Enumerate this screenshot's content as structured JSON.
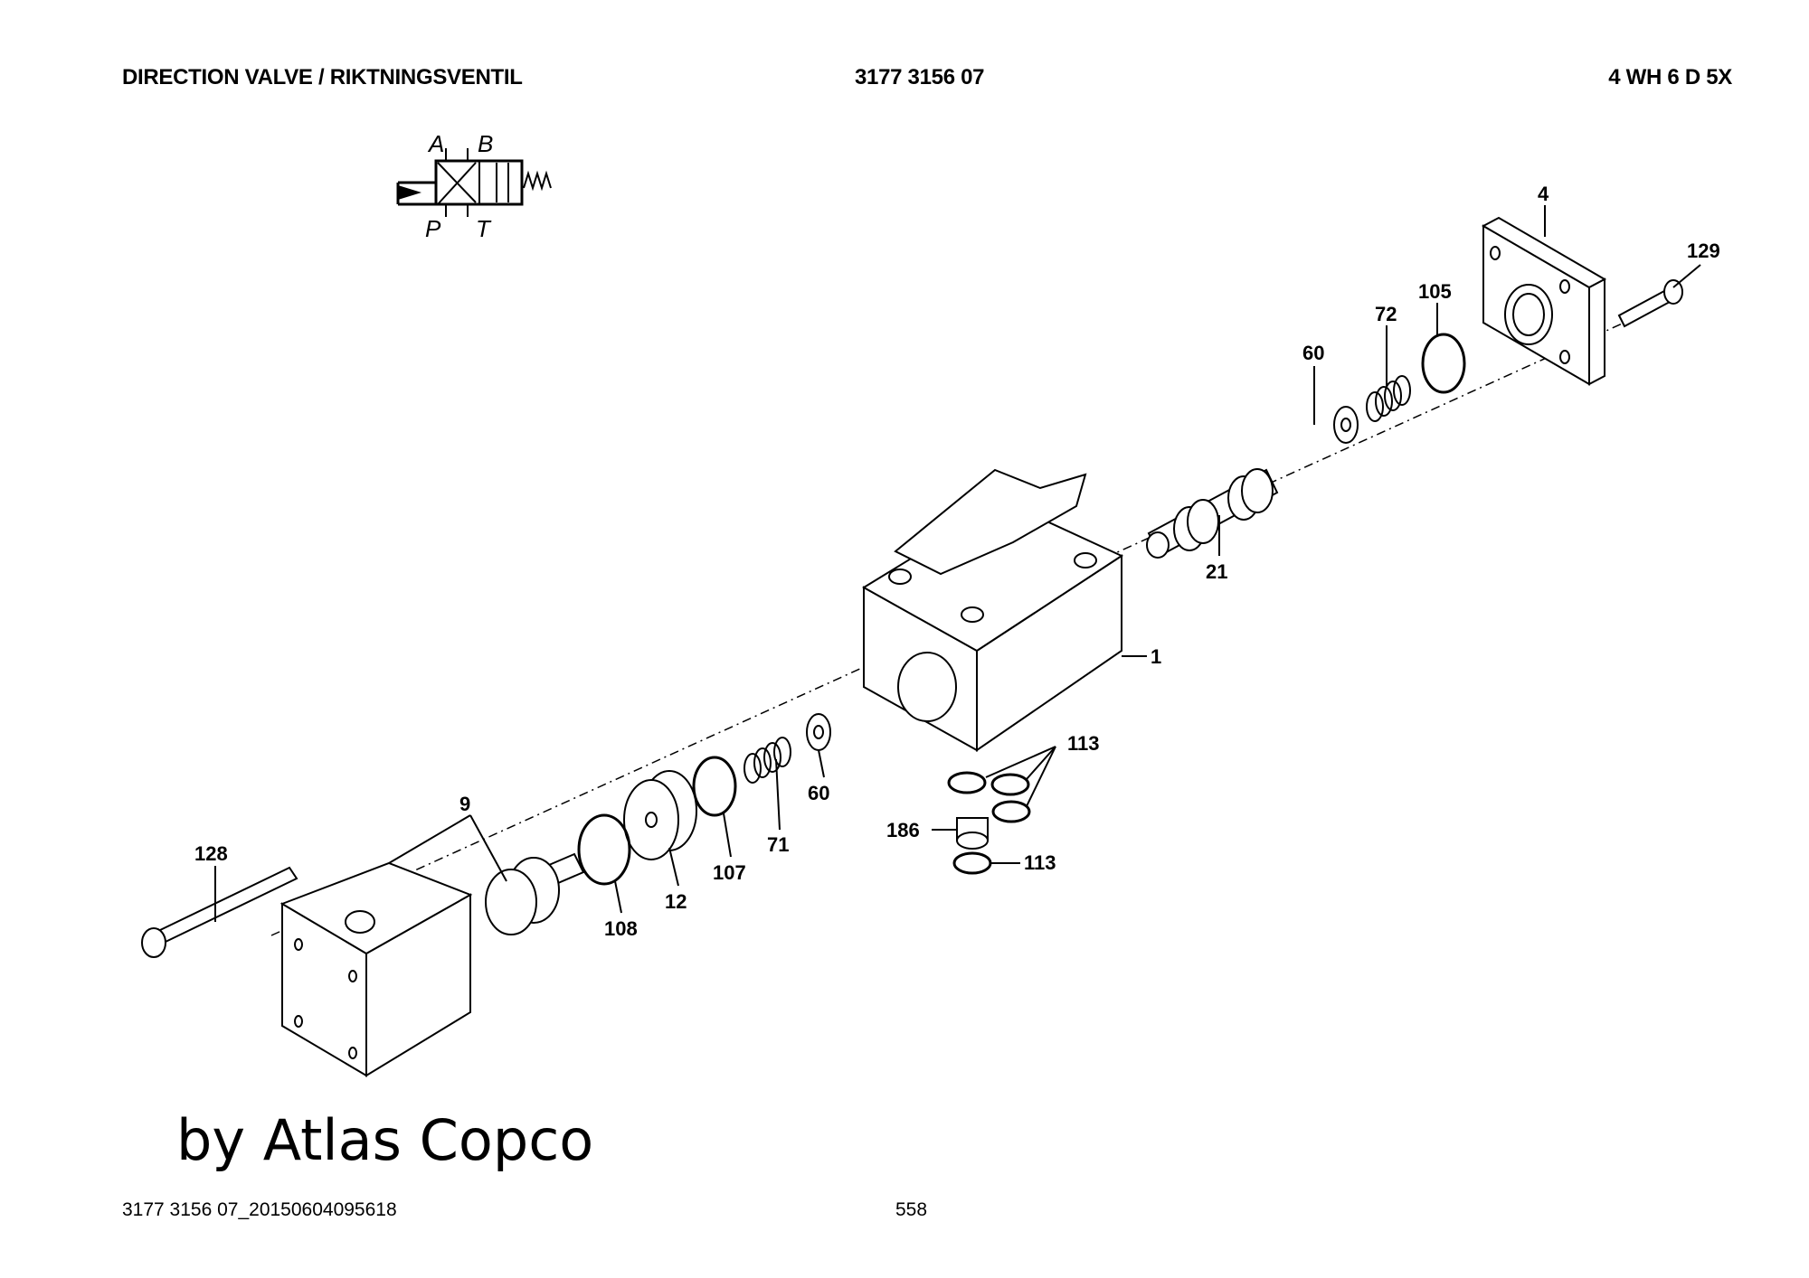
{
  "header": {
    "title": "DIRECTION VALVE / RIKTNINGSVENTIL",
    "part_number": "3177 3156 07",
    "model": "4 WH 6 D 5X"
  },
  "hydraulic_symbol": {
    "port_labels": {
      "a": "A",
      "b": "B",
      "p": "P",
      "t": "T"
    },
    "icon": "4-way-directional-valve-symbol"
  },
  "callouts": [
    {
      "id": "1",
      "text": "1"
    },
    {
      "id": "4",
      "text": "4"
    },
    {
      "id": "9",
      "text": "9"
    },
    {
      "id": "12",
      "text": "12"
    },
    {
      "id": "21",
      "text": "21"
    },
    {
      "id": "60a",
      "text": "60"
    },
    {
      "id": "60b",
      "text": "60"
    },
    {
      "id": "71",
      "text": "71"
    },
    {
      "id": "72",
      "text": "72"
    },
    {
      "id": "105",
      "text": "105"
    },
    {
      "id": "107",
      "text": "107"
    },
    {
      "id": "108",
      "text": "108"
    },
    {
      "id": "113a",
      "text": "113"
    },
    {
      "id": "113b",
      "text": "113"
    },
    {
      "id": "128",
      "text": "128"
    },
    {
      "id": "129",
      "text": "129"
    },
    {
      "id": "186",
      "text": "186"
    }
  ],
  "brand": "by Atlas Copco",
  "footer": {
    "doc_id": "3177 3156 07_20150604095618",
    "page": "558"
  }
}
